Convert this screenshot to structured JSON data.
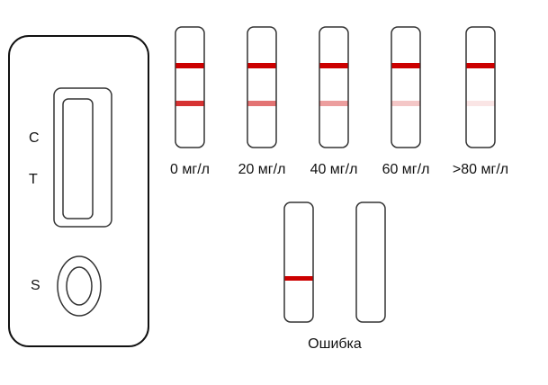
{
  "cassette": {
    "label_c": "C",
    "label_t": "T",
    "label_s": "S"
  },
  "line_color": "#cc0000",
  "strips": [
    {
      "label": "0 мг/л",
      "control_opacity": 1,
      "test_opacity": 0.8
    },
    {
      "label": "20 мг/л",
      "control_opacity": 1,
      "test_opacity": 0.55
    },
    {
      "label": "40 мг/л",
      "control_opacity": 1,
      "test_opacity": 0.38
    },
    {
      "label": "60 мг/л",
      "control_opacity": 1,
      "test_opacity": 0.22
    },
    {
      "label": ">80 мг/л",
      "control_opacity": 1,
      "test_opacity": 0.1
    }
  ],
  "error": {
    "label": "Ошибка",
    "strips": [
      {
        "test_line": true
      },
      {
        "test_line": false
      }
    ]
  }
}
